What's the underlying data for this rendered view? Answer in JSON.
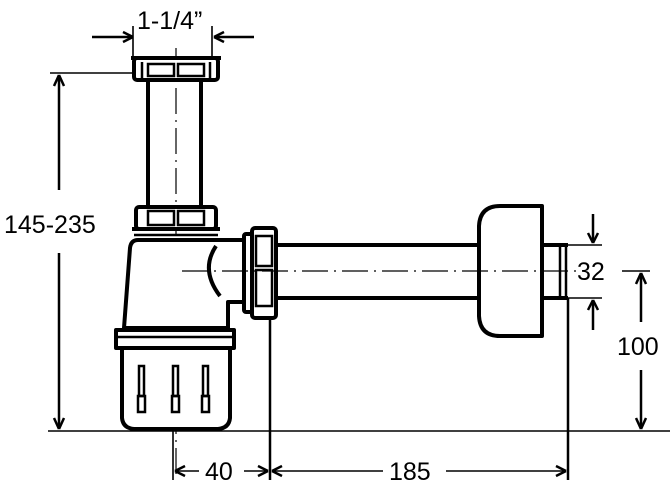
{
  "diagram": {
    "subject": "Bottle trap (sink siphon) technical drawing",
    "colors": {
      "line": "#000000",
      "background": "#ffffff"
    },
    "dimensions": {
      "inlet_diameter": "1-1/4”",
      "height_range": "145-235",
      "outlet_diameter": "32",
      "outlet_height": "100",
      "inlet_to_nut_offset": "40",
      "outlet_length": "185"
    }
  }
}
